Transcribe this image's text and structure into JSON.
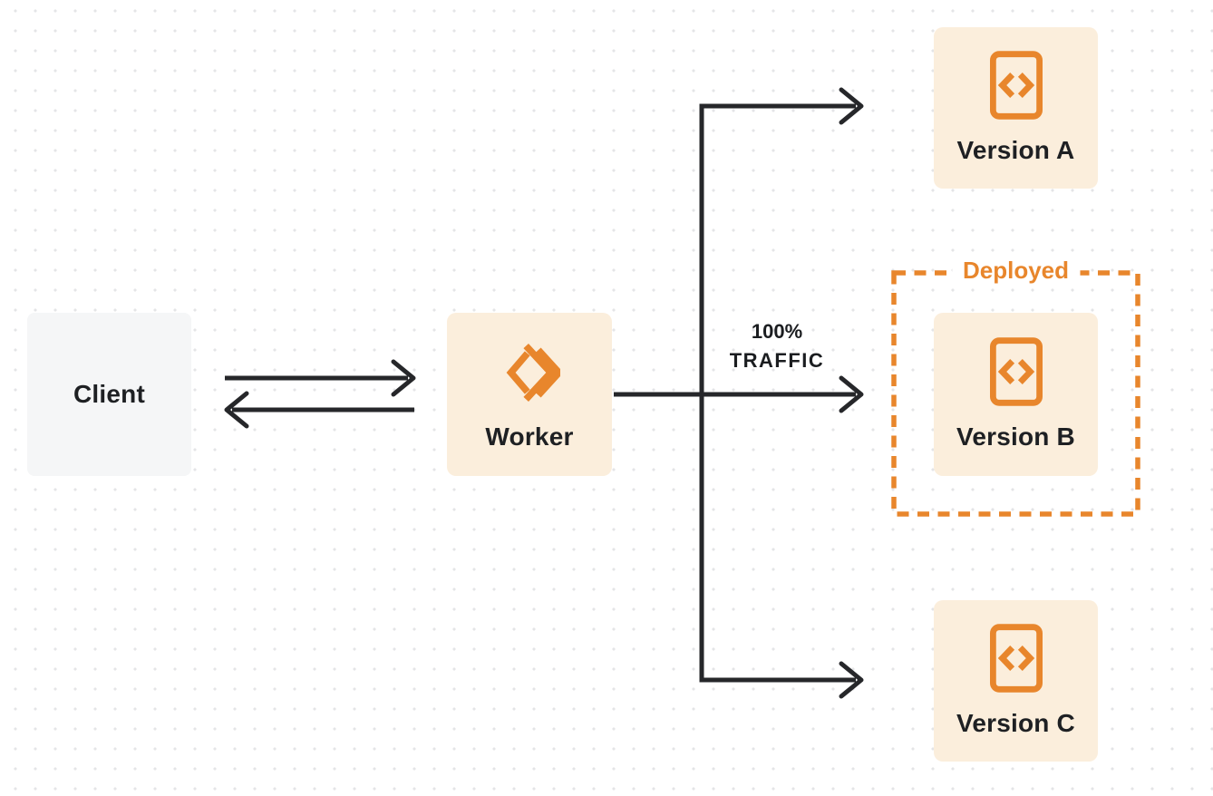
{
  "diagram": {
    "client": {
      "label": "Client"
    },
    "worker": {
      "label": "Worker",
      "icon": "workers-logo-icon"
    },
    "versions": [
      {
        "id": "a",
        "label": "Version A",
        "icon": "code-file-icon",
        "deployed": false
      },
      {
        "id": "b",
        "label": "Version B",
        "icon": "code-file-icon",
        "deployed": true
      },
      {
        "id": "c",
        "label": "Version C",
        "icon": "code-file-icon",
        "deployed": false
      }
    ],
    "deployed_badge": {
      "label": "Deployed"
    },
    "traffic_label": {
      "line1": "100%",
      "line2": "TRAFFIC"
    },
    "connections": [
      {
        "from": "client",
        "to": "worker",
        "direction": "right"
      },
      {
        "from": "worker",
        "to": "client",
        "direction": "left"
      },
      {
        "from": "worker",
        "to": "version_a"
      },
      {
        "from": "worker",
        "to": "version_b",
        "label": "100% TRAFFIC"
      },
      {
        "from": "worker",
        "to": "version_c"
      }
    ],
    "colors": {
      "accent_orange": "#e8862c",
      "node_peach": "#fbeedc",
      "client_gray": "#f5f6f7",
      "arrow_dark": "#26272a",
      "text_dark": "#1e2023",
      "dot_grid": "#e4e5e7"
    }
  }
}
